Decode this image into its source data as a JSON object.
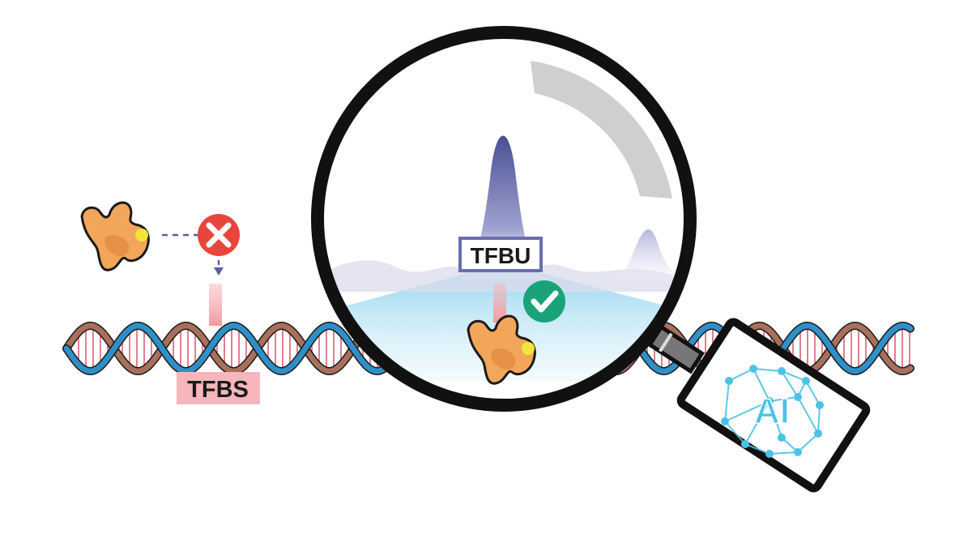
{
  "labels": {
    "tfbs": "TFBS",
    "tfbu": "TFBU",
    "ai": "AI"
  },
  "colors": {
    "strand_blue": "#2f8fc6",
    "strand_brown": "#a8705b",
    "rung_red": "#d9485f",
    "tf_protein": "#f2a65a",
    "tf_protein_dark": "#e07b39",
    "tf_spot": "#f2e53a",
    "binding_site_pink": "#f6b6bb",
    "reject_red": "#e8453c",
    "accept_green": "#1aa37a",
    "peak_purple": "#4a4f96",
    "tfbu_border": "#6a6eae",
    "ai_cyan": "#4cc3e6",
    "lens_rim": "#111111",
    "glare_gray": "#cfcfcf"
  },
  "icons": [
    "tf-protein-icon",
    "reject-x-icon",
    "accept-check-icon",
    "ai-brain-icon",
    "magnifier-icon",
    "dna-helix-icon"
  ]
}
